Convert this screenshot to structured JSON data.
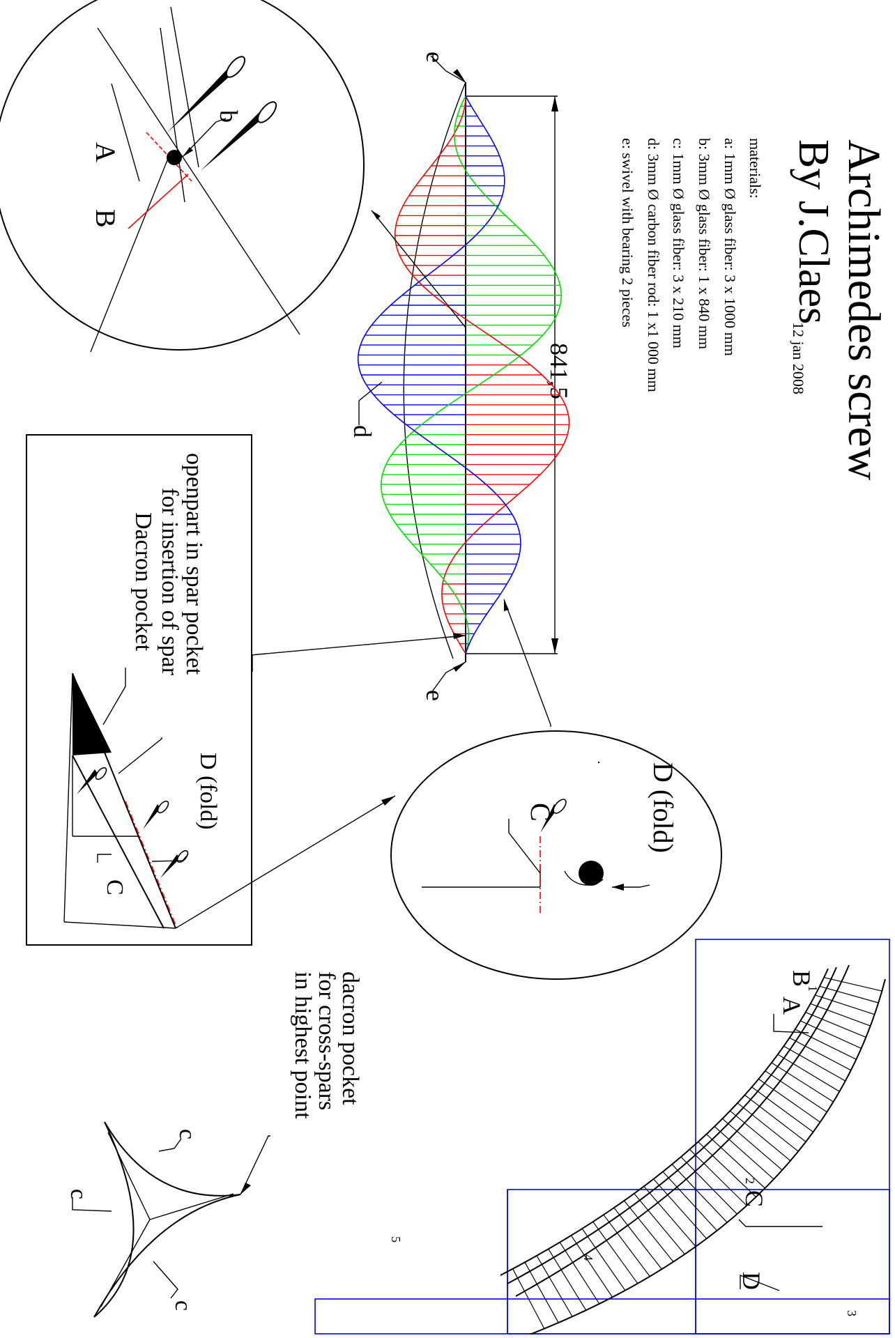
{
  "title": {
    "main": "Archimedes screw",
    "by": "By J.Claes",
    "date": "12 jan 2008"
  },
  "materials": {
    "heading": "materials:",
    "items": [
      "a:  1mm Ø glass fiber:  3 x 1000 mm",
      "b:  3mm Ø glass fiber:  1 x 840 mm",
      "c:  1mm Ø glass fiber:  3 x 210 mm",
      "d:  3mm Ø carbon  fiber rod:  1 x1 000 mm",
      "e:  swivel with bearing 2 pieces"
    ]
  },
  "dimension": "841,5",
  "labels": {
    "e_top": "e",
    "e_bottom": "e",
    "d": "d",
    "b": "b",
    "A": "A",
    "B": "B",
    "B1": "B",
    "B1_sup": "1",
    "A_panel": "A",
    "C_panel_num": "2",
    "C_panel": "C",
    "D_panel": "D",
    "num3": "3",
    "num4": "4",
    "num5": "5",
    "D_fold_oval": "D (fold)",
    "C_oval": "C",
    "D_fold_box": "D (fold)",
    "C_box": "C",
    "c1": "c",
    "c2": "c",
    "c3": "c"
  },
  "notes": {
    "openpart_1": "openpart in spar pocket",
    "openpart_2": "for insertion of spar",
    "dacron": "Dacron pocket",
    "crossspar_1": "dacron pocket",
    "crossspar_2": "for cross-spars",
    "crossspar_3": "in highest point"
  }
}
